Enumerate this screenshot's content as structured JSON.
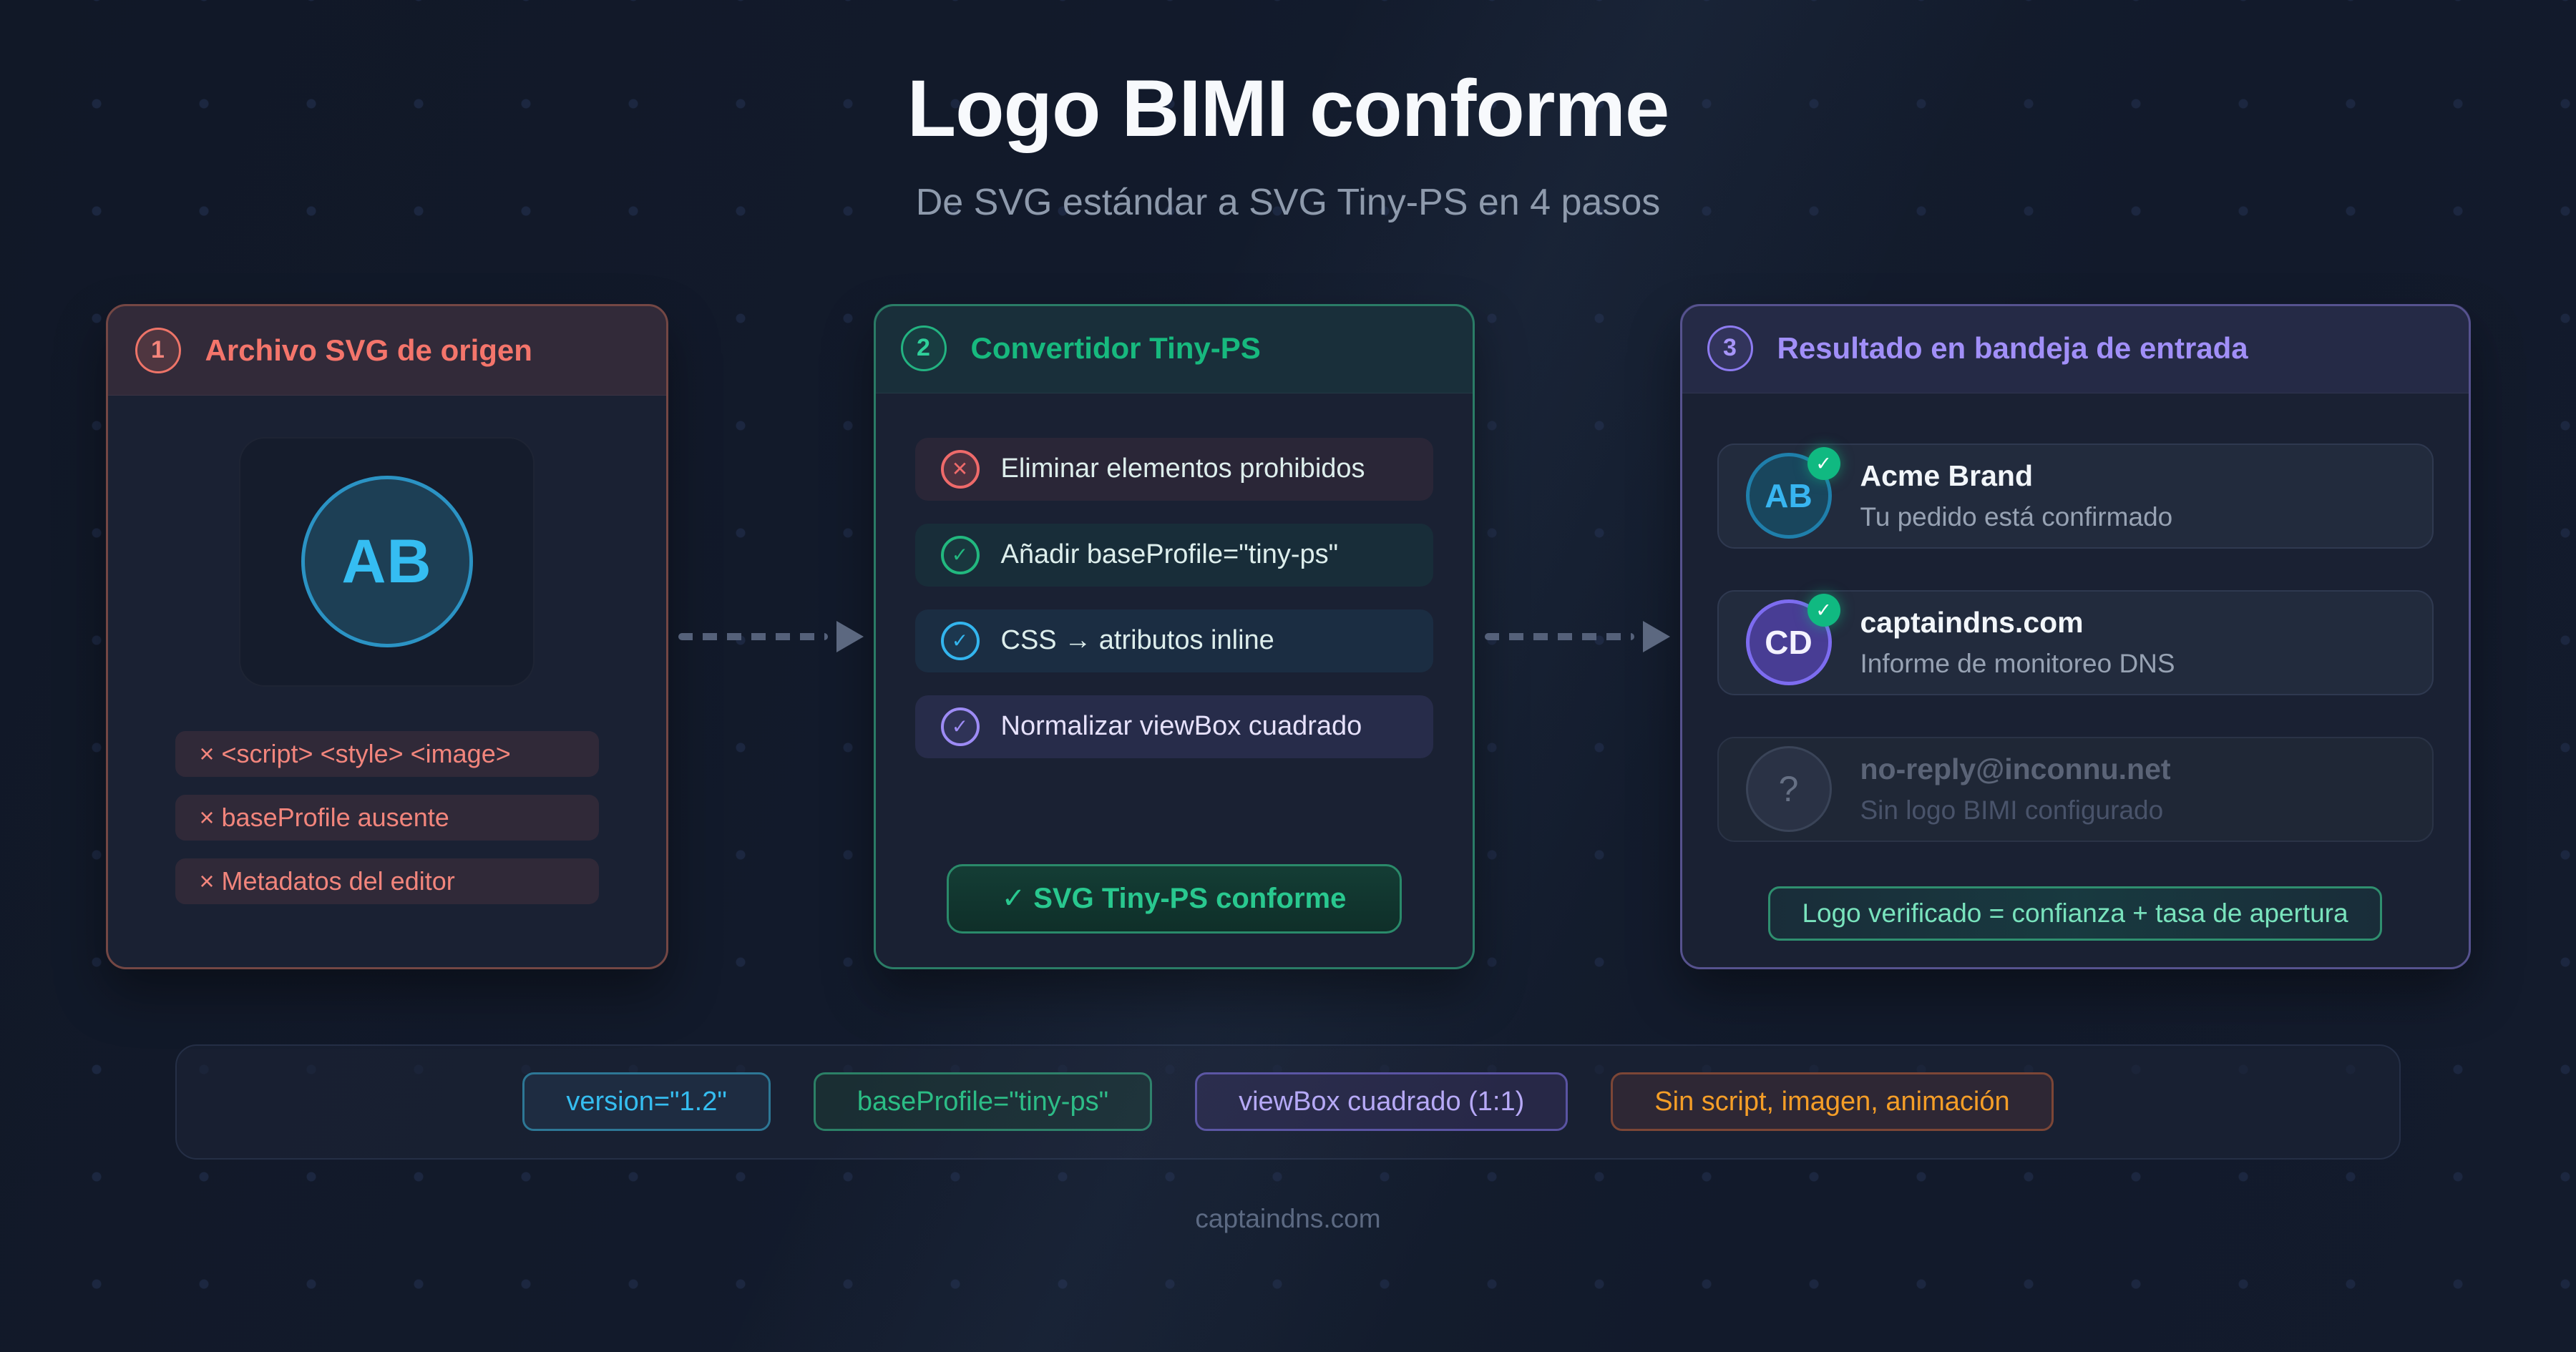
{
  "palette": {
    "background": "#121a2b",
    "red": "#f4756b",
    "green": "#17b97e",
    "mint": "#79e3bd",
    "blue": "#35bdf0",
    "purple": "#a18ff8",
    "orange": "#f59e27",
    "text_light": "#f2f6fa",
    "text_muted": "#97a2b3"
  },
  "header": {
    "title": "Logo BIMI conforme",
    "subtitle": "De SVG estándar a SVG Tiny-PS en 4 pasos"
  },
  "cards": {
    "source": {
      "step_number": "1",
      "title": "Archivo SVG de origen",
      "logo_initials": "AB",
      "issues": [
        {
          "label": "× <script> <style> <image>"
        },
        {
          "label": "× baseProfile ausente"
        },
        {
          "label": "× Metadatos del editor"
        }
      ]
    },
    "converter": {
      "step_number": "2",
      "title": "Convertidor Tiny-PS",
      "steps": [
        {
          "icon": "x-circle-icon",
          "label": "Eliminar elementos prohibidos"
        },
        {
          "icon": "check-circle-icon",
          "label": "Añadir baseProfile=\"tiny-ps\""
        },
        {
          "icon": "check-circle-icon",
          "label": "CSS → atributos inline"
        },
        {
          "icon": "check-circle-icon",
          "label": "Normalizar viewBox cuadrado"
        }
      ],
      "result_label": "✓ SVG Tiny-PS conforme"
    },
    "inbox": {
      "step_number": "3",
      "title": "Resultado en bandeja de entrada",
      "emails": [
        {
          "avatar_initials": "AB",
          "verified": true,
          "sender": "Acme Brand",
          "subject": "Tu pedido está confirmado"
        },
        {
          "avatar_initials": "CD",
          "verified": true,
          "sender": "captaindns.com",
          "subject": "Informe de monitoreo DNS"
        },
        {
          "avatar_initials": "?",
          "verified": false,
          "sender": "no-reply@inconnu.net",
          "subject": "Sin logo BIMI configurado"
        }
      ],
      "note": "Logo verificado = confianza + tasa de apertura"
    }
  },
  "requirements": {
    "items": [
      {
        "label": "version=\"1.2\"",
        "theme": "cyan"
      },
      {
        "label": "baseProfile=\"tiny-ps\"",
        "theme": "green"
      },
      {
        "label": "viewBox cuadrado (1:1)",
        "theme": "purple"
      },
      {
        "label": "Sin script, imagen, animación",
        "theme": "orange"
      }
    ]
  },
  "footer": {
    "domain": "captaindns.com"
  }
}
